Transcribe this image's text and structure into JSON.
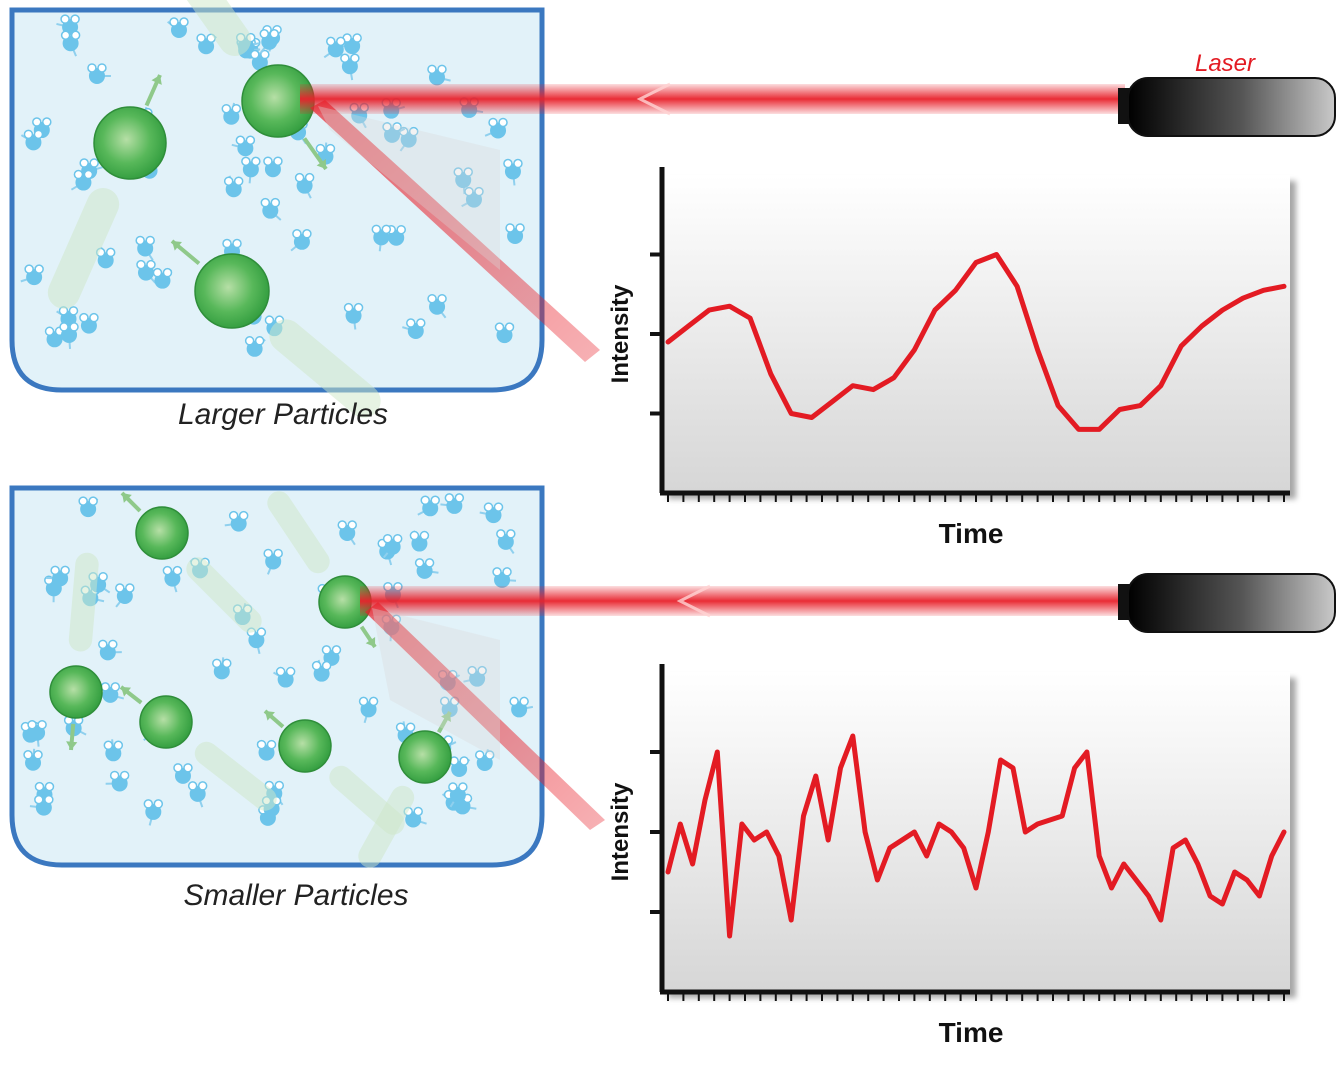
{
  "labels": {
    "laser": "Laser",
    "larger": "Larger Particles",
    "smaller": "Smaller Particles",
    "intensity": "Intensity",
    "time": "Time"
  },
  "colors": {
    "beam": "#e8212b",
    "trace": "#e31b23",
    "container_outline": "#3b78c0",
    "liquid": "#e2f2f9",
    "solvent": "#6cc4ea",
    "particle": "#3fb04a",
    "motion_arrow": "#8fc98a",
    "laser_body": "#111111"
  },
  "chart_data": [
    {
      "type": "line",
      "xlabel": "Time",
      "ylabel": "Intensity",
      "ylim": [
        0,
        4
      ],
      "x": [
        0,
        1,
        2,
        3,
        4,
        5,
        6,
        7,
        8,
        9,
        10,
        11,
        12,
        13,
        14,
        15,
        16,
        17,
        18,
        19,
        20,
        21,
        22,
        23,
        24,
        25,
        26,
        27,
        28,
        29,
        30
      ],
      "values": [
        1.9,
        2.1,
        2.3,
        2.35,
        2.2,
        1.5,
        1.0,
        0.95,
        1.15,
        1.35,
        1.3,
        1.45,
        1.8,
        2.3,
        2.55,
        2.9,
        3.0,
        2.6,
        1.8,
        1.1,
        0.8,
        0.8,
        1.05,
        1.1,
        1.35,
        1.85,
        2.1,
        2.3,
        2.45,
        2.55,
        2.6
      ]
    },
    {
      "type": "line",
      "xlabel": "Time",
      "ylabel": "Intensity",
      "ylim": [
        0,
        4
      ],
      "x": [
        0,
        1,
        2,
        3,
        4,
        5,
        6,
        7,
        8,
        9,
        10,
        11,
        12,
        13,
        14,
        15,
        16,
        17,
        18,
        19,
        20,
        21,
        22,
        23,
        24,
        25,
        26,
        27,
        28,
        29,
        30,
        31,
        32,
        33,
        34,
        35,
        36,
        37,
        38,
        39,
        40,
        41,
        42,
        43,
        44,
        45,
        46,
        47,
        48,
        49,
        50
      ],
      "values": [
        1.5,
        2.1,
        1.6,
        2.4,
        3.0,
        0.7,
        2.1,
        1.9,
        2.0,
        1.7,
        0.9,
        2.2,
        2.7,
        1.9,
        2.8,
        3.2,
        2.0,
        1.4,
        1.8,
        1.9,
        2.0,
        1.7,
        2.1,
        2.0,
        1.8,
        1.3,
        2.0,
        2.9,
        2.8,
        2.0,
        2.1,
        2.15,
        2.2,
        2.8,
        3.0,
        1.7,
        1.3,
        1.6,
        1.4,
        1.2,
        0.9,
        1.8,
        1.9,
        1.6,
        1.2,
        1.1,
        1.5,
        1.4,
        1.2,
        1.7,
        2.0
      ]
    }
  ]
}
